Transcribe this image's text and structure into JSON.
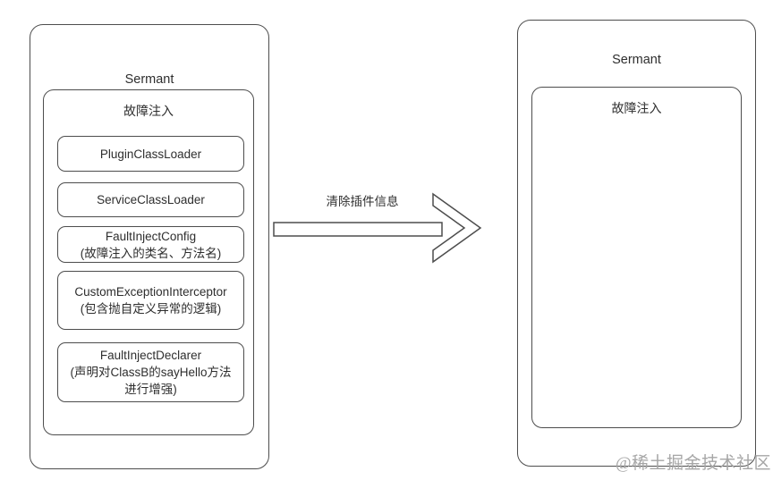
{
  "left_panel": {
    "title": "Sermant",
    "group": {
      "title": "故障注入",
      "nodes": [
        {
          "lines": [
            "PluginClassLoader"
          ]
        },
        {
          "lines": [
            "ServiceClassLoader"
          ]
        },
        {
          "lines": [
            "FaultInjectConfig",
            "(故障注入的类名、方法名)"
          ]
        },
        {
          "lines": [
            "CustomExceptionInterceptor",
            "(包含抛自定义异常的逻辑)"
          ]
        },
        {
          "lines": [
            "FaultInjectDeclarer",
            "(声明对ClassB的sayHello方法",
            "进行增强)"
          ]
        }
      ]
    }
  },
  "arrow": {
    "label": "清除插件信息",
    "direction": "right"
  },
  "right_panel": {
    "title": "Sermant",
    "group": {
      "title": "故障注入",
      "nodes": []
    }
  },
  "watermark": "@稀土掘金技术社区",
  "colors": {
    "border": "#4d4d4d",
    "text": "#2e2e2e",
    "background": "#ffffff",
    "watermark": "#a6a6a6"
  }
}
